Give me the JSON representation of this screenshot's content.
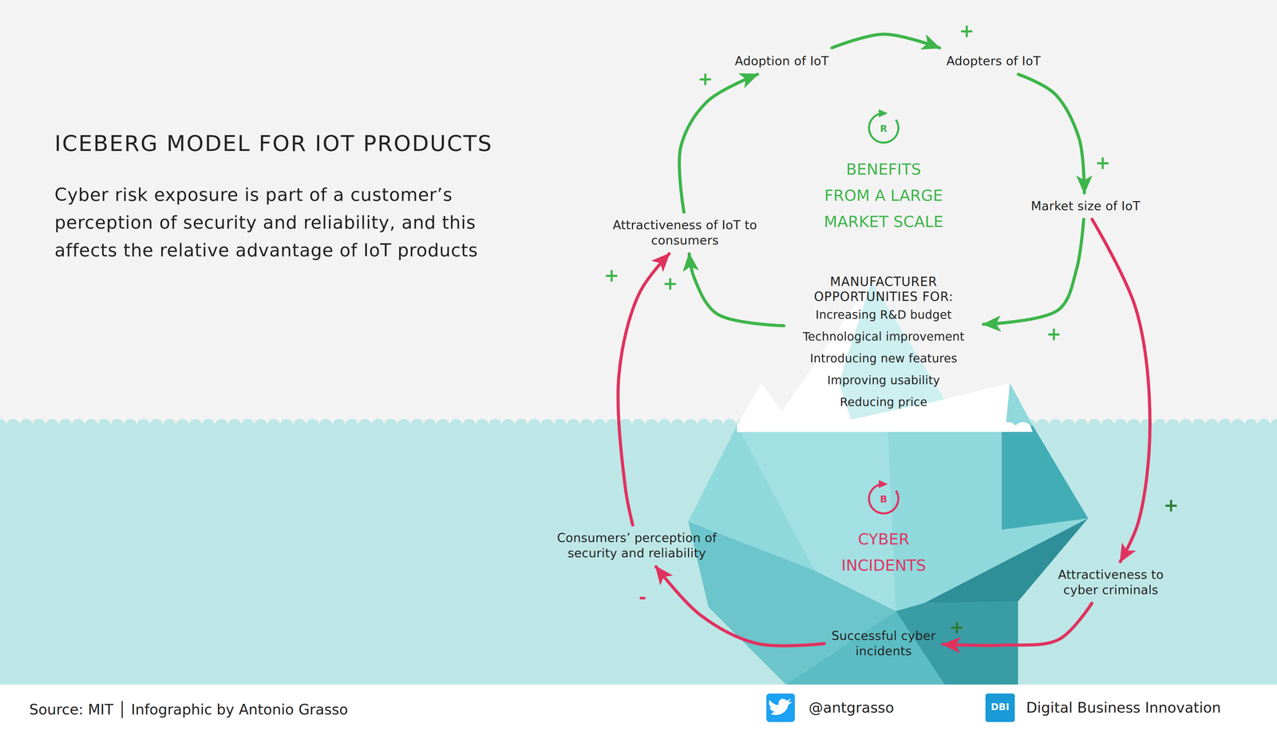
{
  "diagram": {
    "title": "ICEBERG MODEL FOR IOT PRODUCTS",
    "caption": "Cyber risk exposure is part of a customer’s perception of security and reliability, and this affects the relative advantage of IoT products",
    "nodes": [
      {
        "text": [
          "Adoption of IoT"
        ]
      },
      {
        "text": [
          "Adopters of IoT"
        ]
      },
      {
        "text": [
          "Market size of IoT"
        ]
      },
      {
        "text": [
          "Attractiveness of IoT to consumers"
        ]
      },
      {
        "text": [
          "MANUFACTURER OPPORTUNITIES FOR:",
          "Increasing R&D budget",
          "Technological improvement",
          "Introducing new features",
          "Improving usability",
          "Reducing price"
        ]
      },
      {
        "text": [
          "Consumers’ perception of security and reliability"
        ]
      },
      {
        "text": [
          "Attractiveness to cyber criminals"
        ]
      },
      {
        "text": [
          "Successful cyber incidents"
        ]
      }
    ],
    "edges": [
      {
        "from": 3,
        "to": 0,
        "arrow": "to",
        "label": "+"
      },
      {
        "from": 0,
        "to": 1,
        "arrow": "to",
        "label": "+"
      },
      {
        "from": 1,
        "to": 2,
        "arrow": "to",
        "label": "+"
      },
      {
        "from": 2,
        "to": 4,
        "arrow": "to",
        "label": "+"
      },
      {
        "from": 4,
        "to": 3,
        "arrow": "to",
        "label": "+"
      },
      {
        "from": 2,
        "to": 6,
        "arrow": "to",
        "label": "+"
      },
      {
        "from": 6,
        "to": 7,
        "arrow": "to",
        "label": "+"
      },
      {
        "from": 7,
        "to": 5,
        "arrow": "to",
        "label": "-"
      },
      {
        "from": 5,
        "to": 3,
        "arrow": "to",
        "label": "+"
      }
    ],
    "labels": [
      "R",
      "BENEFITS FROM A LARGE MARKET SCALE",
      "B",
      "CYBER INCIDENTS",
      "Source: MIT │ Infographic by Antonio Grasso",
      "@antgrasso",
      "DBI",
      "Digital Business Innovation"
    ]
  }
}
